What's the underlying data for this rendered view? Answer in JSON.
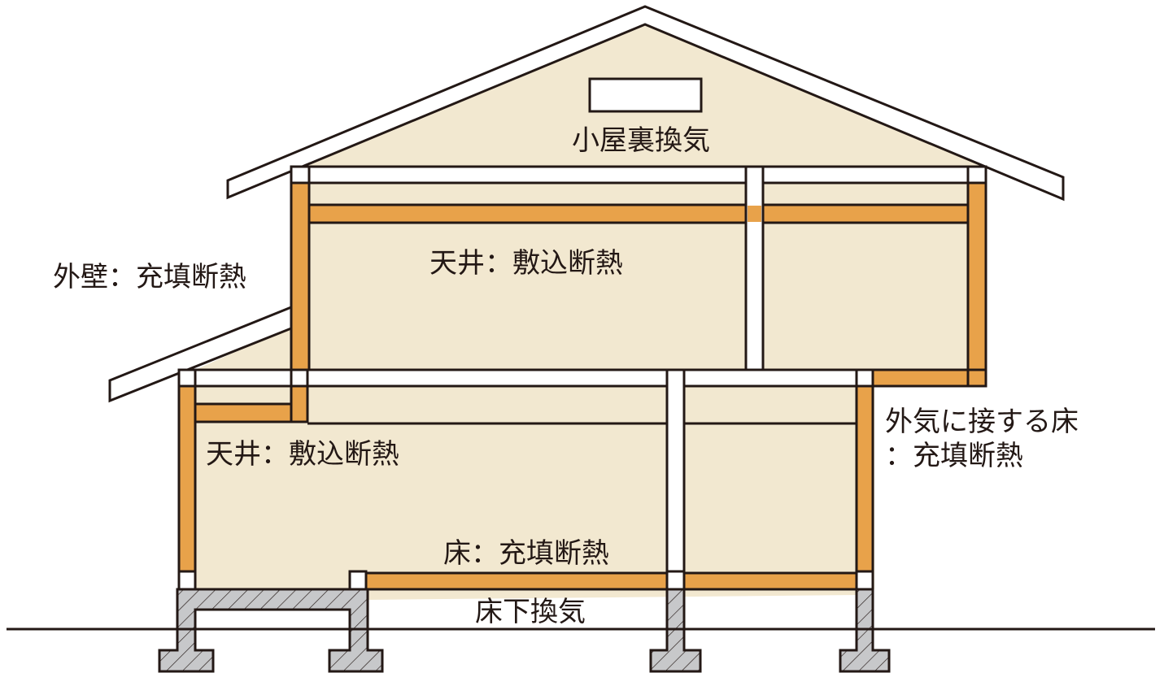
{
  "labels": {
    "attic_ventilation": "小屋裏換気",
    "exterior_wall": "外壁：充填断熱",
    "ceiling_upper": "天井：敷込断熱",
    "ceiling_lower": "天井：敷込断熱",
    "exposed_floor_line1": "外気に接する床",
    "exposed_floor_line2": "：充填断熱",
    "floor": "床：充填断熱",
    "underfloor_ventilation": "床下換気"
  },
  "colors": {
    "interior": "#F2E8D0",
    "insulation": "#E8A24A",
    "foundation": "#C7C8CA",
    "stroke": "#231815",
    "background": "#FFFFFF"
  }
}
